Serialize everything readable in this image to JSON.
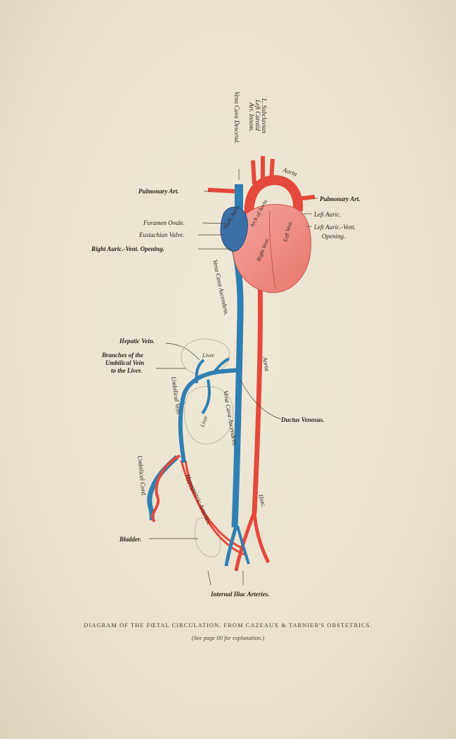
{
  "labels": {
    "vena_cava_descend": "Vena Cava Descend.",
    "l_subclavian": "L. Subclavian",
    "left_carotid": "Left Carotid",
    "art_innom": "Art. Innom.",
    "aorta_top": "Aorta",
    "pulmonary_art_left": "Pulmonary Art.",
    "pulmonary_art_right": "Pulmonary Art.",
    "foramen_ovale": "Foramen Ovale.",
    "eustachian_valve": "Eustachian Valve.",
    "right_auric_vent_opening": "Right Auric.-Vent. Opening.",
    "left_auric": "Left Auric.",
    "left_auric_vent_opening_1": "Left Auric.-Vent.",
    "left_auric_vent_opening_2": "Opening.",
    "right_auric": "Right Auric.",
    "arch_aorta": "Arch of Aorta",
    "left_vent": "Left Vent.",
    "right_vent": "Right Vent.",
    "vena_cava_ascend_upper": "Vena Cava Ascendens.",
    "hepatic_vein": "Hepatic Vein.",
    "branches_1": "Branches of the",
    "branches_2": "Umbilical Vein",
    "branches_3": "to the Liver.",
    "liver_upper": "Liver.",
    "liver_lower": "Liver",
    "umbilical_vein": "Umbilical Vein",
    "vena_cava_ascend_lower": "Vena Cava Ascendens.",
    "aorta_lower": "Aorta",
    "ductus_venosus": "Ductus Venosus.",
    "umbilical_cord": "Umbilical Cord.",
    "hypogastric_arteries": "Hypogastric Arteries.",
    "iliac": "Iliac.",
    "bladder": "Bladder.",
    "internal_iliac_arteries": "Internal Iliac Arteries."
  },
  "caption": {
    "line1": "DIAGRAM OF THE FŒTAL CIRCULATION. FROM CAZEAUX & TARNIER'S OBSTETRICS.",
    "line2": "(See page 00 for explanation.)"
  },
  "colors": {
    "paper": "#ece4d2",
    "artery": "#e4493b",
    "vein": "#2f7fb3",
    "heart": "#f08a82",
    "ink": "#2a211a"
  }
}
